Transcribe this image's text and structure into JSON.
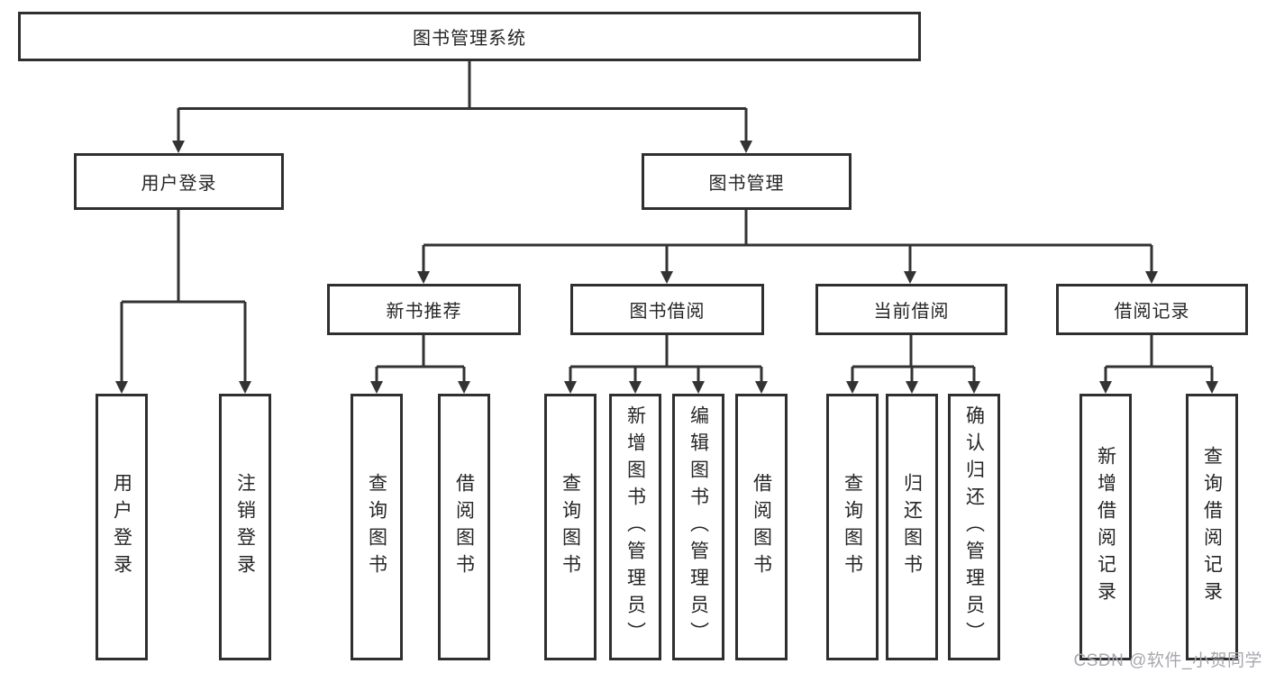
{
  "tree": {
    "root": {
      "label": "图书管理系统",
      "children": [
        {
          "label": "用户登录",
          "children": [
            {
              "label": "用户登录"
            },
            {
              "label": "注销登录"
            }
          ]
        },
        {
          "label": "图书管理",
          "children": [
            {
              "label": "新书推荐",
              "children": [
                {
                  "label": "查询图书"
                },
                {
                  "label": "借阅图书"
                }
              ]
            },
            {
              "label": "图书借阅",
              "children": [
                {
                  "label": "查询图书"
                },
                {
                  "label": "新增图书（管理员）"
                },
                {
                  "label": "编辑图书（管理员）"
                },
                {
                  "label": "借阅图书"
                }
              ]
            },
            {
              "label": "当前借阅",
              "children": [
                {
                  "label": "查询图书"
                },
                {
                  "label": "归还图书"
                },
                {
                  "label": "确认归还（管理员）"
                }
              ]
            },
            {
              "label": "借阅记录",
              "children": [
                {
                  "label": "新增借阅记录"
                },
                {
                  "label": "查询借阅记录"
                }
              ]
            }
          ]
        }
      ]
    }
  },
  "watermark": {
    "text": "CSDN @软件_小贺同学"
  },
  "colors": {
    "line": "#333333",
    "box_border": "#2f2f2f",
    "text": "#262626",
    "watermark": "#a7a7af",
    "background": "#ffffff"
  }
}
